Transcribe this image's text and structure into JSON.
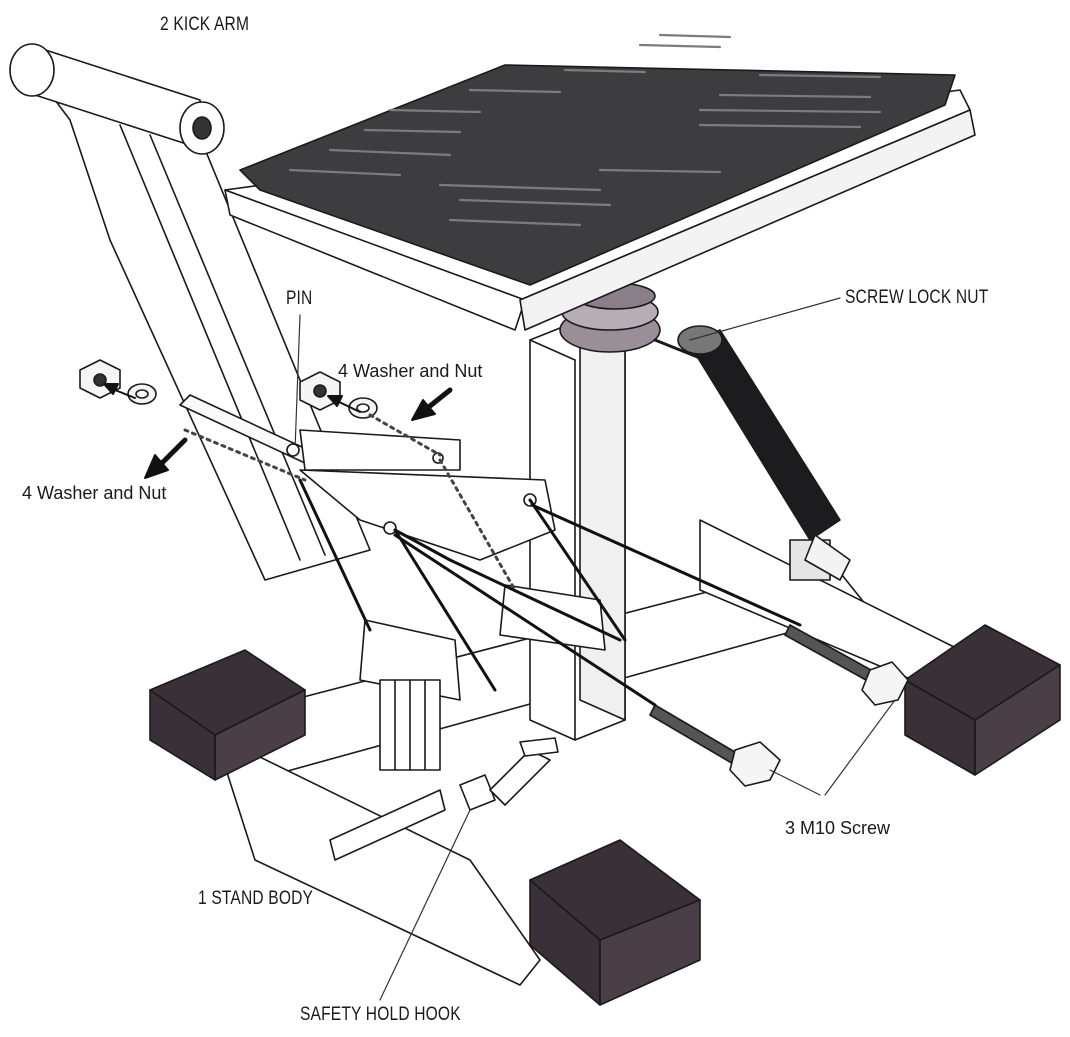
{
  "labels": {
    "kick_arm": "2  KICK ARM",
    "pin": "PIN",
    "screw_lock_nut": "SCREW LOCK NUT",
    "washer_nut_top": "4  Washer and Nut",
    "washer_nut_left": "4  Washer and Nut",
    "m10_screw": "3  M10 Screw",
    "stand_body": "1  STAND BODY",
    "safety_hold_hook": "SAFETY HOLD HOOK"
  },
  "colors": {
    "platform": "#3d3d40",
    "foot_pad": "#3a3038",
    "shock": "#1c1c1e",
    "line": "#1a1a1a",
    "frame_fill": "#ffffff"
  }
}
